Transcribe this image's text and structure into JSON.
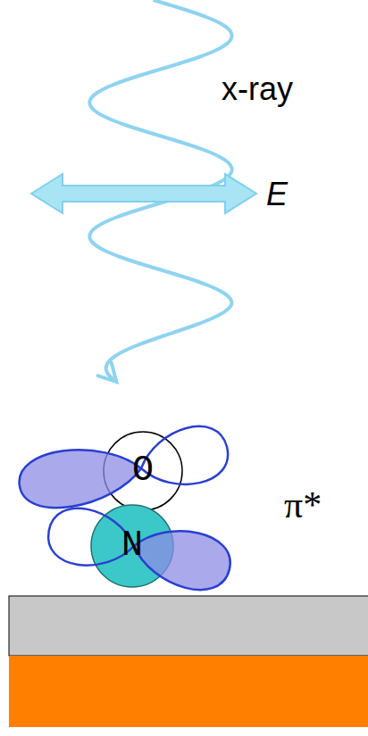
{
  "diagram": {
    "nodes": [
      {
        "text": [
          "O"
        ]
      },
      {
        "text": [
          "N"
        ]
      }
    ],
    "labels": [
      "x-ray",
      "E",
      "π*"
    ]
  }
}
